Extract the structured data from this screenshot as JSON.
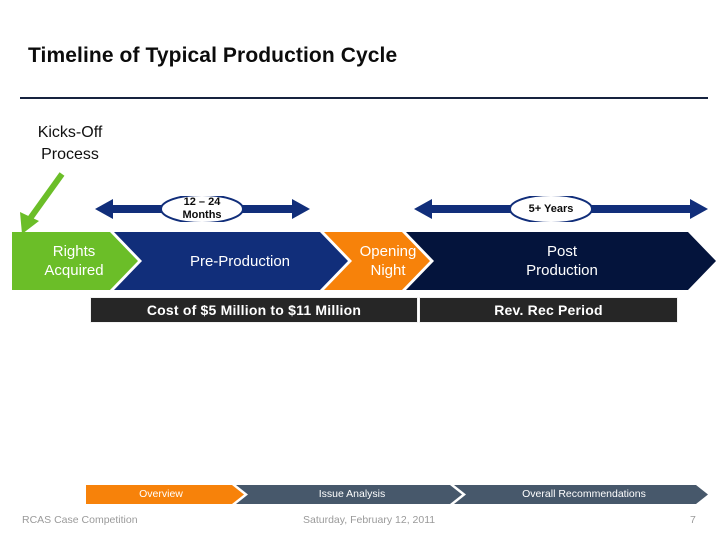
{
  "slide": {
    "title": "Timeline of Typical Production Cycle",
    "accent_green": "#6BBE28",
    "accent_navy": "#112E7A",
    "accent_dark_navy": "#04143C",
    "accent_orange": "#F7820A",
    "accent_slate": "#47586B",
    "accent_bar_dark": "#262626",
    "rule_color": "#16233F"
  },
  "callout": {
    "line1": "Kicks-Off",
    "line2": " Process",
    "arrow_icon": "down-left-arrow-icon",
    "arrow_color": "#6BBE28"
  },
  "durations": [
    {
      "id": "duration-pre-production",
      "label": "12 – 24\nMonths",
      "arrow_color": "#112E7A",
      "ellipse_fill": "#FFFFFF",
      "ellipse_stroke": "#112E7A"
    },
    {
      "id": "duration-post-production",
      "label": "5+ Years",
      "arrow_color": "#112E7A",
      "ellipse_fill": "#FFFFFF",
      "ellipse_stroke": "#112E7A"
    }
  ],
  "process": {
    "stages": [
      {
        "id": "stage-rights-acquired",
        "label": "Rights\nAcquired",
        "color": "#6BBE28"
      },
      {
        "id": "stage-pre-production",
        "label": "Pre-Production",
        "color": "#112E7A"
      },
      {
        "id": "stage-opening-night",
        "label": "Opening\nNight",
        "color": "#F7820A"
      },
      {
        "id": "stage-post-production",
        "label": "Post\nProduction",
        "color": "#04143C"
      }
    ]
  },
  "cost_bars": [
    {
      "id": "cost-bar-production",
      "label": "Cost of $5 Million to $11 Million"
    },
    {
      "id": "cost-bar-revenue",
      "label": "Rev. Rec Period"
    }
  ],
  "bottom_nav": {
    "items": [
      {
        "id": "nav-overview",
        "label": "Overview",
        "active": true
      },
      {
        "id": "nav-issue-analysis",
        "label": "Issue Analysis",
        "active": false
      },
      {
        "id": "nav-overall-recommendations",
        "label": "Overall Recommendations",
        "active": false
      }
    ],
    "active_color": "#F7820A",
    "inactive_color": "#47586B"
  },
  "footer": {
    "left": "RCAS Case Competition",
    "date": "Saturday, February 12, 2011",
    "page": "7"
  }
}
